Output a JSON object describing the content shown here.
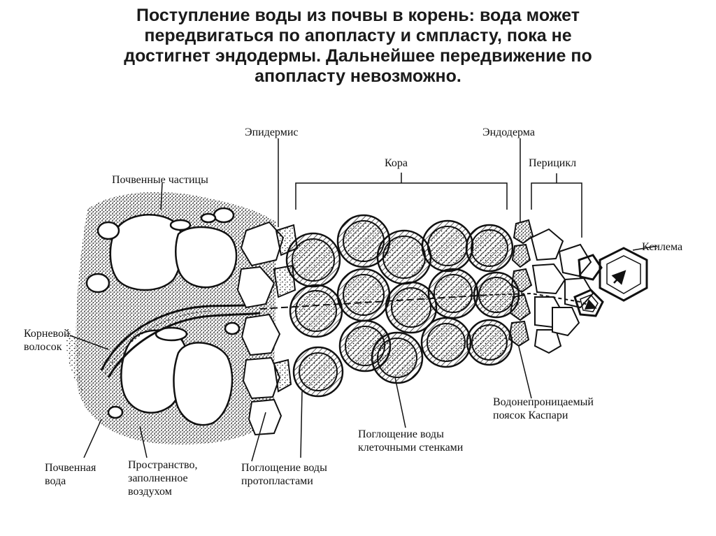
{
  "title": "Поступление воды из почвы в корень: вода может\nпередвигаться  по апопласту и смпласту, пока не\nдостигнет эндодермы. Дальнейшее передвижение по\nапопласту невозможно.",
  "labels": {
    "epidermis": "Эпидермис",
    "endoderm": "Эндодерма",
    "cortex": "Кора",
    "pericycle": "Перицикл",
    "soil_particles": "Почвенные частицы",
    "xylem": "Ксилема",
    "root_hair": "Корневой\nволосок",
    "casparian_strip": "Водонепроницаемый\nпоясок Каспари",
    "wall_uptake": "Поглощение воды\nклеточными стенками",
    "protoplast_uptake": "Поглощение воды\nпротопластами",
    "soil_water": "Почвенная\nвода",
    "air_space": "Пространство,\nзаполненное\nвоздухом"
  },
  "colors": {
    "ink": "#111111",
    "paper": "#ffffff",
    "title": "#1a1a1a"
  }
}
